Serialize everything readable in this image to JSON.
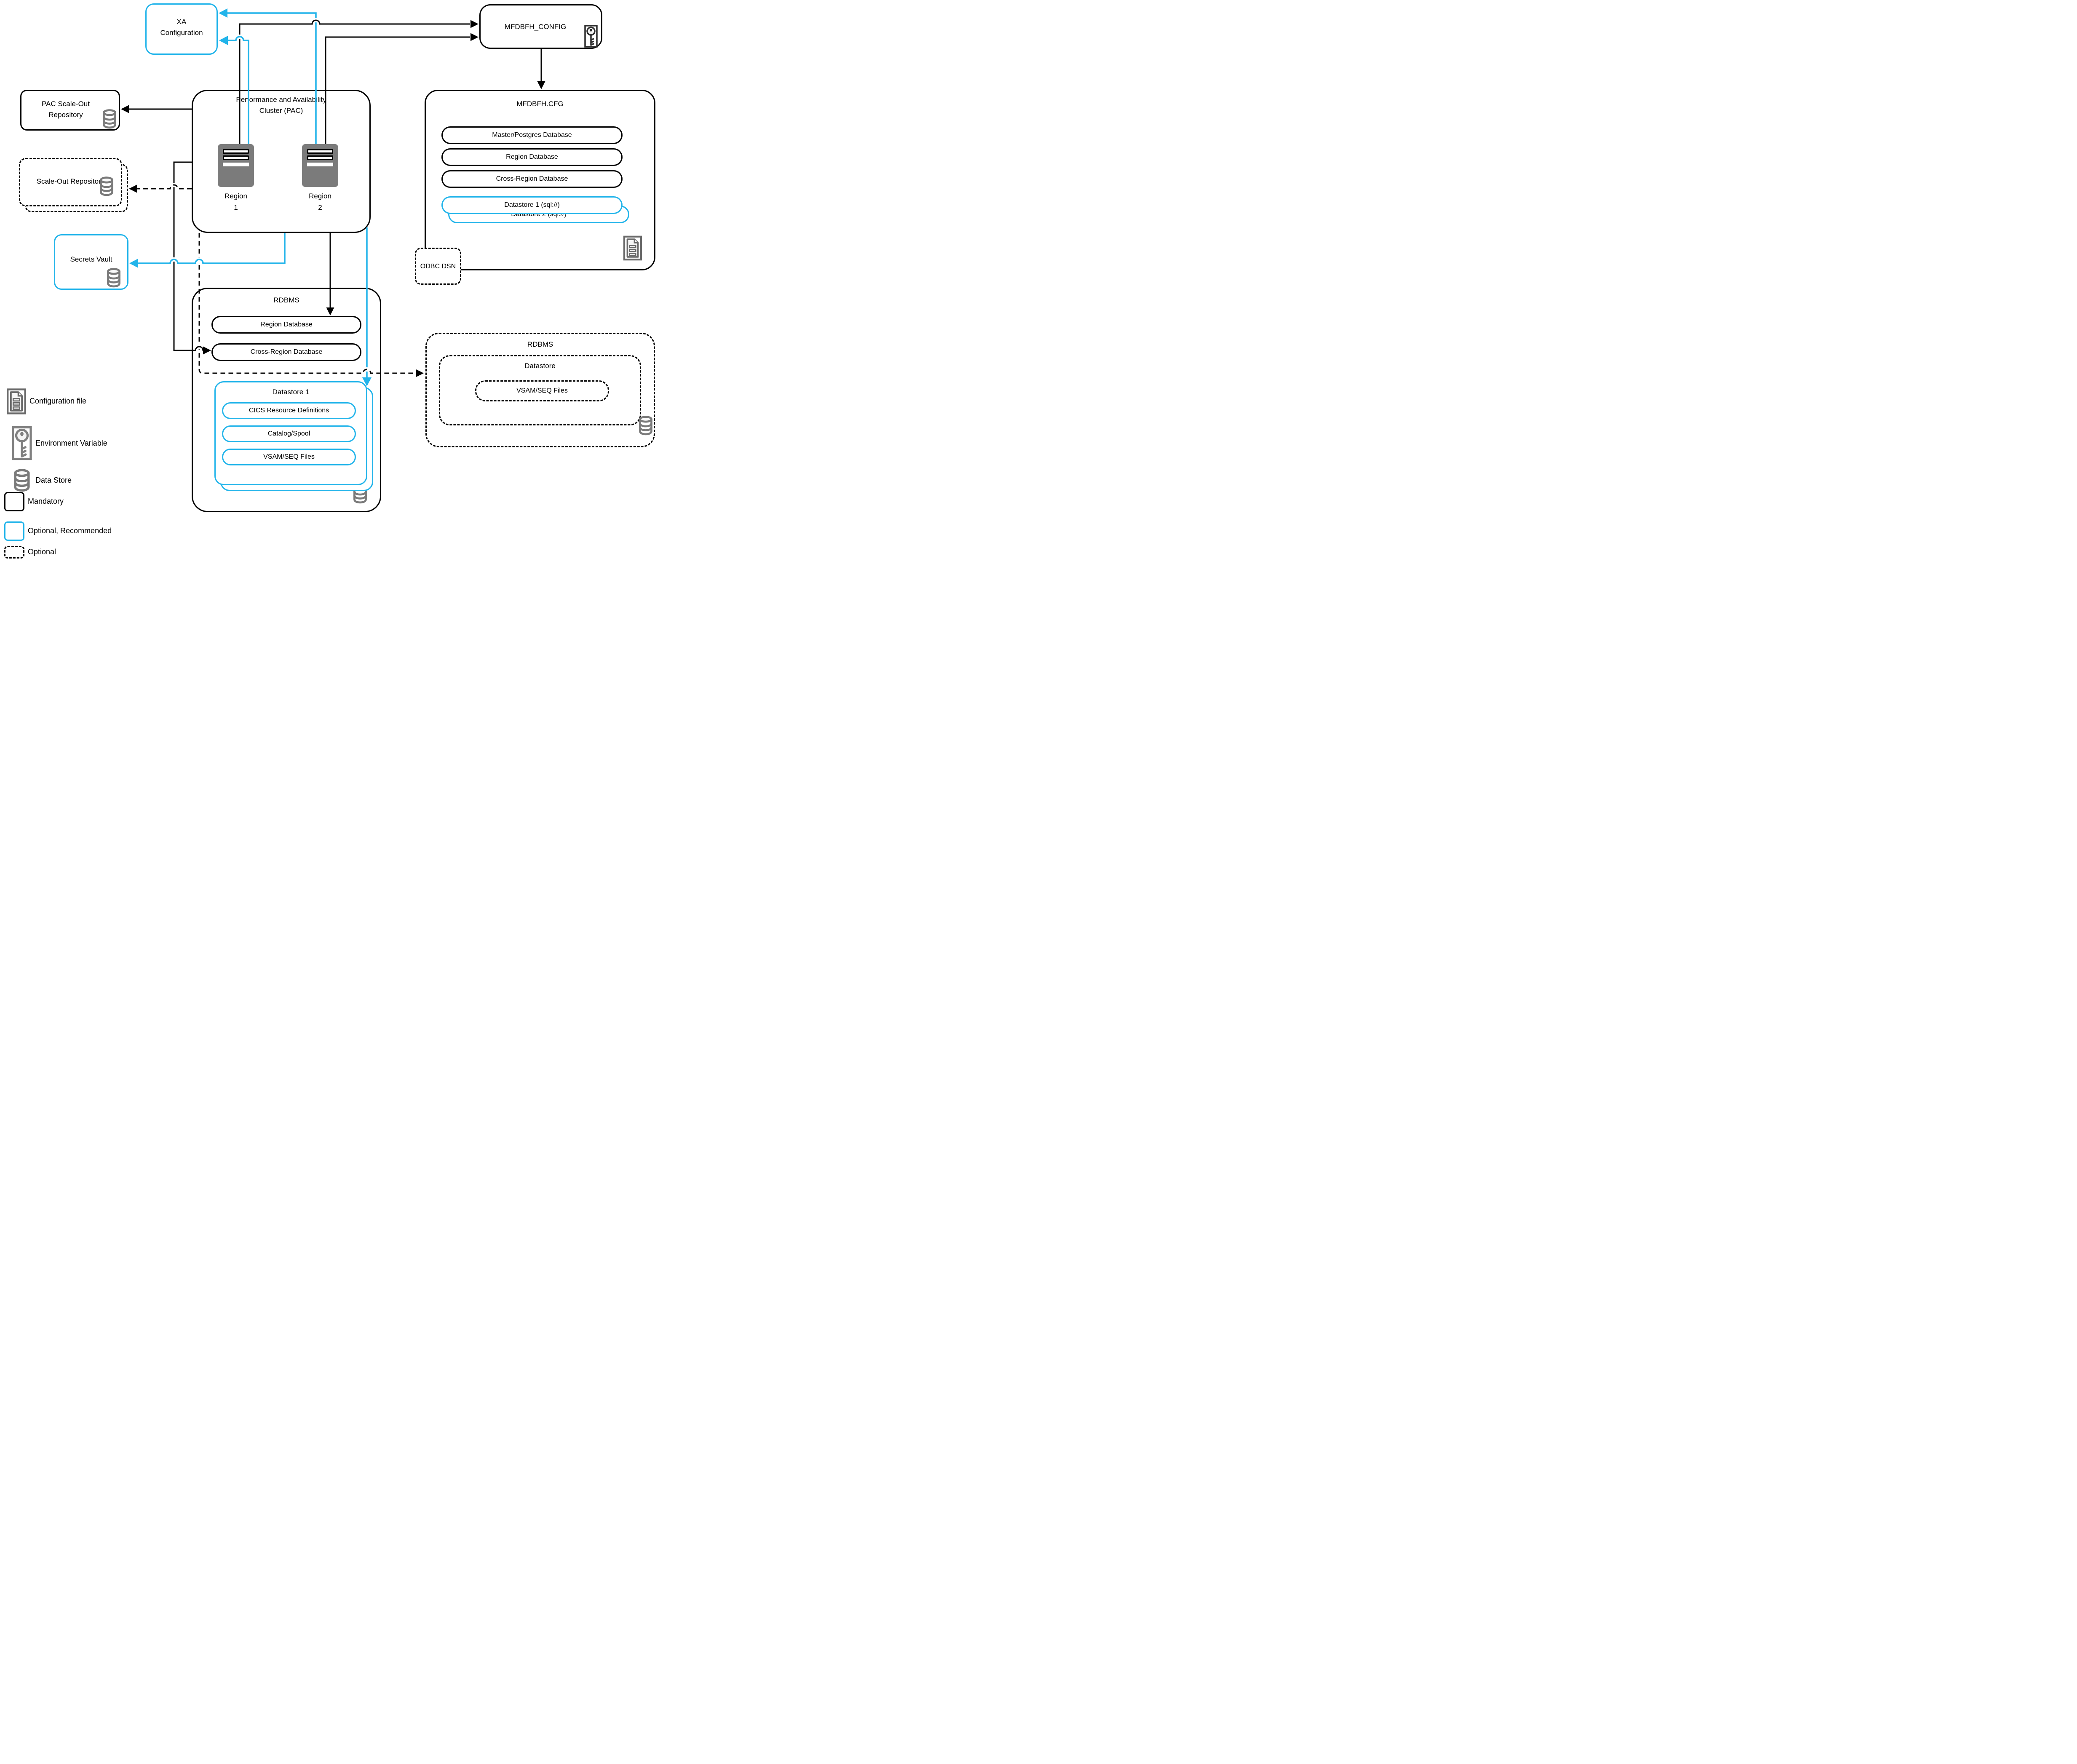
{
  "diagram": {
    "colors": {
      "accent_cyan": "#22b4ea",
      "line_black": "#000000",
      "icon_gray": "#7a7a7a"
    },
    "nodes": {
      "xa_config": {
        "line1": "XA",
        "line2": "Configuration",
        "style": "optional-recommended"
      },
      "mfdbfh_config": {
        "label": "MFDBFH_CONFIG",
        "icon": "key-icon",
        "style": "mandatory"
      },
      "pac_scale_out_repository": {
        "line1": "PAC Scale-Out",
        "line2": "Repository",
        "icon": "database-icon",
        "style": "mandatory"
      },
      "scale_out_repository": {
        "label": "Scale-Out Repository",
        "icon": "database-icon",
        "style": "optional"
      },
      "pac": {
        "title_line1": "Performance and Availability",
        "title_line2": "Cluster (PAC)",
        "regions": [
          {
            "line1": "Region",
            "line2": "1",
            "icon": "server-icon"
          },
          {
            "line1": "Region",
            "line2": "2",
            "icon": "server-icon"
          }
        ]
      },
      "mfdbfh_cfg": {
        "title": "MFDBFH.CFG",
        "pills": [
          "Master/Postgres Database",
          "Region Database",
          "Cross-Region Database"
        ],
        "datastore_pills": [
          "Datastore 1 (sql://)",
          "Datastore 2 (sql://)"
        ],
        "icon": "document-icon"
      },
      "odbc_dsn": {
        "label": "ODBC DSN",
        "style": "optional"
      },
      "secrets_vault": {
        "label": "Secrets Vault",
        "icon": "database-icon",
        "style": "optional-recommended"
      },
      "rdbms_center": {
        "title": "RDBMS",
        "pills": [
          "Region Database",
          "Cross-Region Database"
        ],
        "datastore": {
          "title": "Datastore 1",
          "pills": [
            "CICS Resource Definitions",
            "Catalog/Spool",
            "VSAM/SEQ Files"
          ]
        },
        "icon": "database-icon"
      },
      "rdbms_right": {
        "title": "RDBMS",
        "datastore": {
          "title": "Datastore",
          "pill": "VSAM/SEQ Files"
        },
        "icon": "database-icon",
        "style": "optional"
      }
    },
    "legend": {
      "items": [
        {
          "icon": "document-icon",
          "label": "Configuration file"
        },
        {
          "icon": "key-icon",
          "label": "Environment Variable"
        },
        {
          "icon": "database-icon",
          "label": "Data Store"
        },
        {
          "swatch": "mandatory",
          "label": "Mandatory"
        },
        {
          "swatch": "optional-recommended",
          "label": "Optional, Recommended"
        },
        {
          "swatch": "optional",
          "label": "Optional"
        }
      ]
    }
  }
}
